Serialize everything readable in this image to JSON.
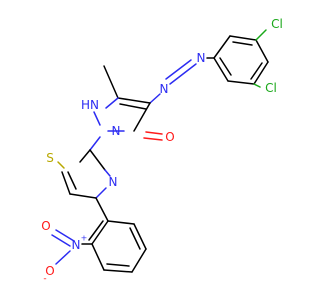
{
  "molecule": {
    "atoms": {
      "cl_top": "Cl",
      "cl_bottom": "Cl",
      "azo_n1": "N",
      "azo_n2": "N",
      "nh": "HN",
      "n_pyrazole": "N",
      "o_carbonyl": "O",
      "s_thiazole": "S",
      "n_thiazole": "N",
      "n_nitro": "N",
      "o_nitro_top": "O",
      "o_nitro_bottom": "O",
      "plus_sign": "+",
      "minus_sign": "-"
    },
    "colors": {
      "carbon": "#000000",
      "nitrogen": "#2c2cf2",
      "oxygen": "#ff1a1a",
      "sulfur": "#b8a800",
      "chlorine": "#1aa81a"
    }
  }
}
